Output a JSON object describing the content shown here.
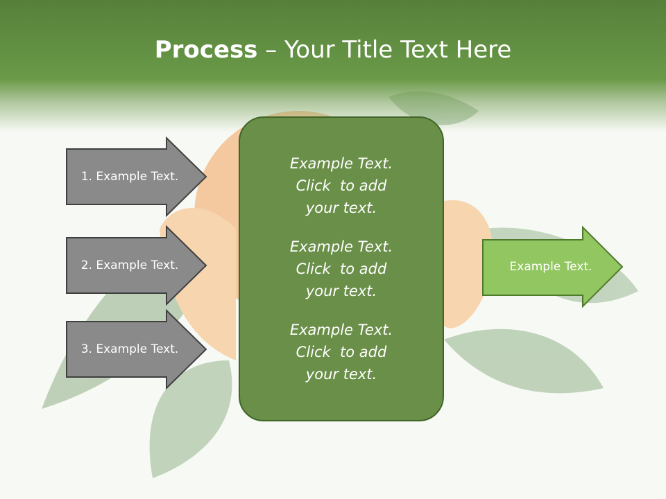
{
  "slide": {
    "title_bold": "Process",
    "title_rest": " – Your Title Text Here"
  },
  "inputs": [
    {
      "label": "1. Example Text."
    },
    {
      "label": "2. Example Text."
    },
    {
      "label": "3. Example Text."
    }
  ],
  "center_items": [
    {
      "line1": "Example Text.",
      "line2": "Click  to add",
      "line3": "your text."
    },
    {
      "line1": "Example Text.",
      "line2": "Click  to add",
      "line3": "your text."
    },
    {
      "line1": "Example Text.",
      "line2": "Click  to add",
      "line3": "your text."
    }
  ],
  "output": {
    "label": "Example Text."
  },
  "colors": {
    "header_green": "#56803a",
    "box_green": "#6a8f48",
    "input_arrow_gray": "#8a8a8a",
    "output_arrow_green": "#92c660",
    "background": "#f7f9f4"
  }
}
